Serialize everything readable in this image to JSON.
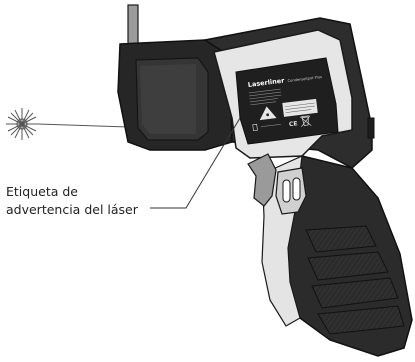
{
  "callout": {
    "line1": "Etiqueta de",
    "line2": "advertencia del láser"
  },
  "device_label": {
    "brand": "Laserliner",
    "model": "CondenseSpot Plus"
  },
  "colors": {
    "outline": "#1a1a1a",
    "body_dark": "#2b2b2b",
    "body_light": "#e4e4e4",
    "trigger": "#9a9a9a"
  }
}
